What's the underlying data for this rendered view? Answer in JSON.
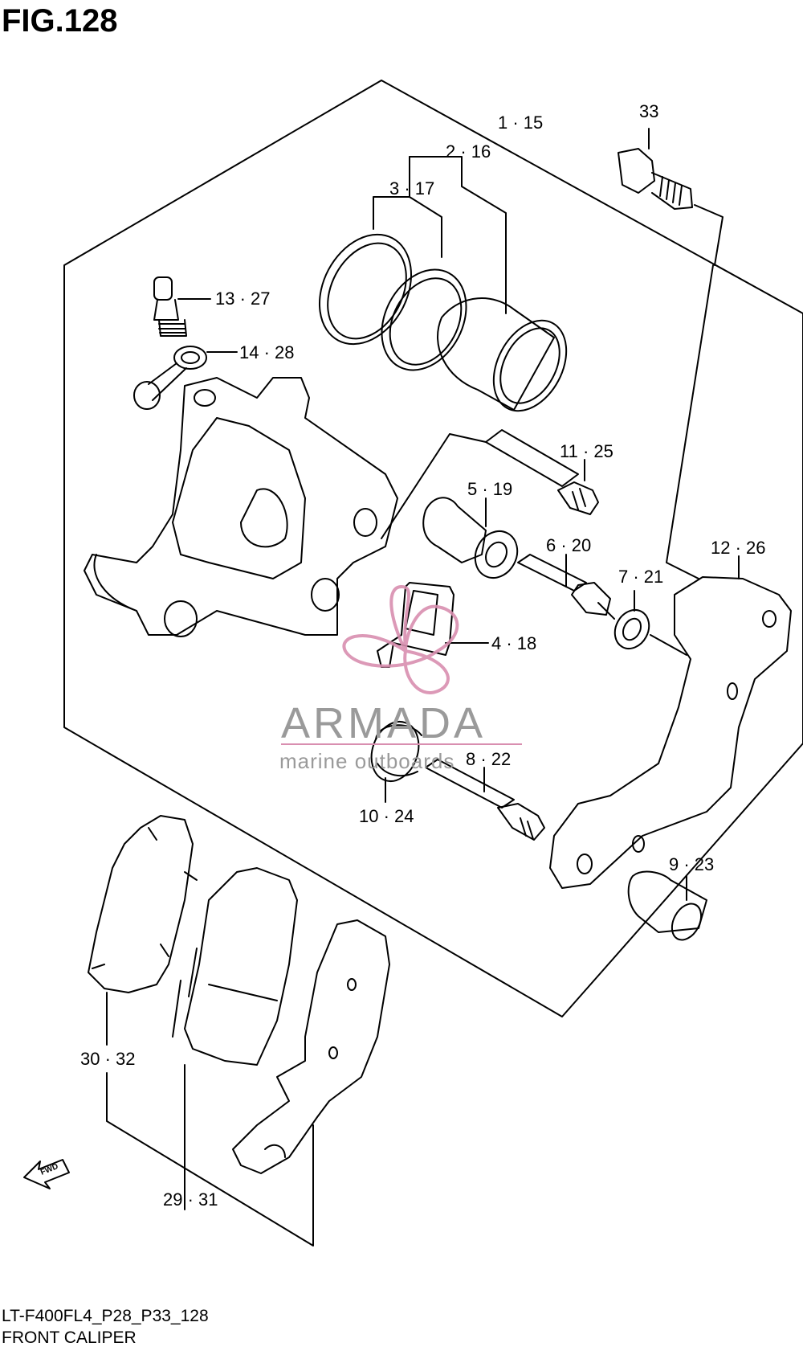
{
  "figure": {
    "title": "FIG.128",
    "code": "LT-F400FL4_P28_P33_128",
    "caption": "FRONT CALIPER"
  },
  "watermark": {
    "brand": "ARMADA",
    "tagline": "marine outboards",
    "accent_color": "#d98fb0",
    "text_color": "#9a9a9a"
  },
  "callouts": [
    "1 · 15",
    "2 · 16",
    "3 · 17",
    "33",
    "13 · 27",
    "14 · 28",
    "11 · 25",
    "5 · 19",
    "6 · 20",
    "12 · 26",
    "7 · 21",
    "4 · 18",
    "8 · 22",
    "10 · 24",
    "9 · 23",
    "30 · 32",
    "29 · 31"
  ],
  "direction_badge": "FWD"
}
